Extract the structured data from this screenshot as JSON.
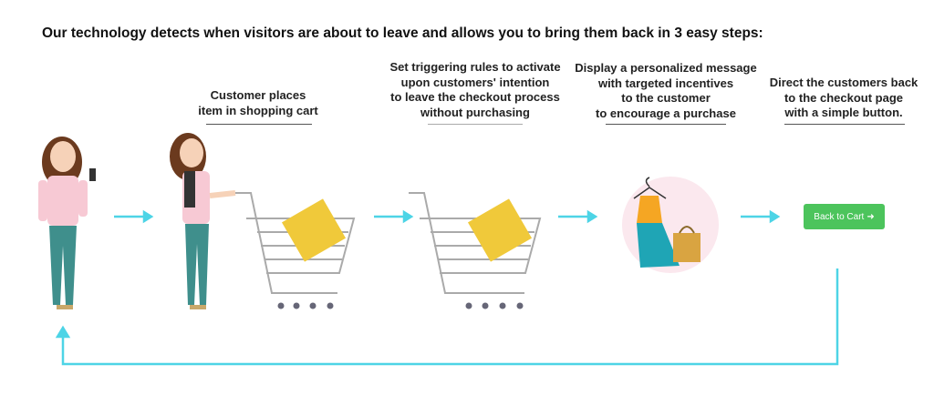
{
  "title": "Our technology detects when visitors are about to leave and allows you to bring them back in 3 easy steps:",
  "steps": [
    {
      "lines": [
        "Customer places",
        "item in shopping cart"
      ]
    },
    {
      "lines": [
        "Set triggering rules to activate",
        "upon customers' intention",
        "to leave the checkout process",
        "without purchasing"
      ]
    },
    {
      "lines": [
        "Display a personalized message",
        "with targeted incentives",
        "to the customer",
        "to encourage a purchase"
      ]
    },
    {
      "lines": [
        "Direct the customers back",
        "to the checkout page",
        "with a simple button."
      ]
    }
  ],
  "button": {
    "label": "Back to Cart",
    "icon": "arrow-right-icon"
  },
  "colors": {
    "arrow": "#4dd4e6",
    "button": "#4cc45c",
    "cart_box": "#f0c93a"
  }
}
